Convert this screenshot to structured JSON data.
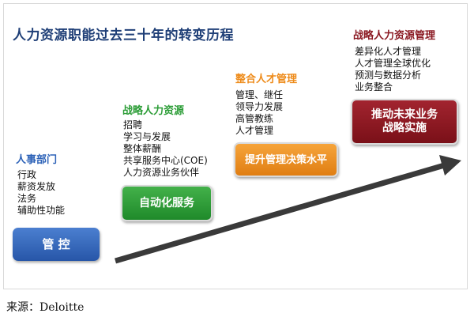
{
  "title": "人力资源职能过去三十年的转变历程",
  "stages": [
    {
      "heading": "人事部门",
      "items": [
        "行政",
        "薪资发放",
        "法务",
        "辅助性功能"
      ],
      "button": "管 控",
      "color": "#2e63b8"
    },
    {
      "heading": "战略人力资源",
      "items": [
        "招聘",
        "学习与发展",
        "整体薪酬",
        "共享服务中心(COE)",
        "人力资源业务伙伴"
      ],
      "button": "自动化服务",
      "color": "#2a9c35"
    },
    {
      "heading": "整合人才管理",
      "items": [
        "管理、继任",
        "领导力发展",
        "高管教练",
        "人才管理"
      ],
      "button": "提升管理决策水平",
      "color": "#ee8b1a"
    },
    {
      "heading": "战略人力资源管理",
      "items": [
        "差异化人才管理",
        "人才管理全球优化",
        "预测与数据分析",
        "业务整合"
      ],
      "button_lines": [
        "推动未来业务",
        "战略实施"
      ],
      "color": "#8b1a23"
    }
  ],
  "source": "来源：Deloitte"
}
